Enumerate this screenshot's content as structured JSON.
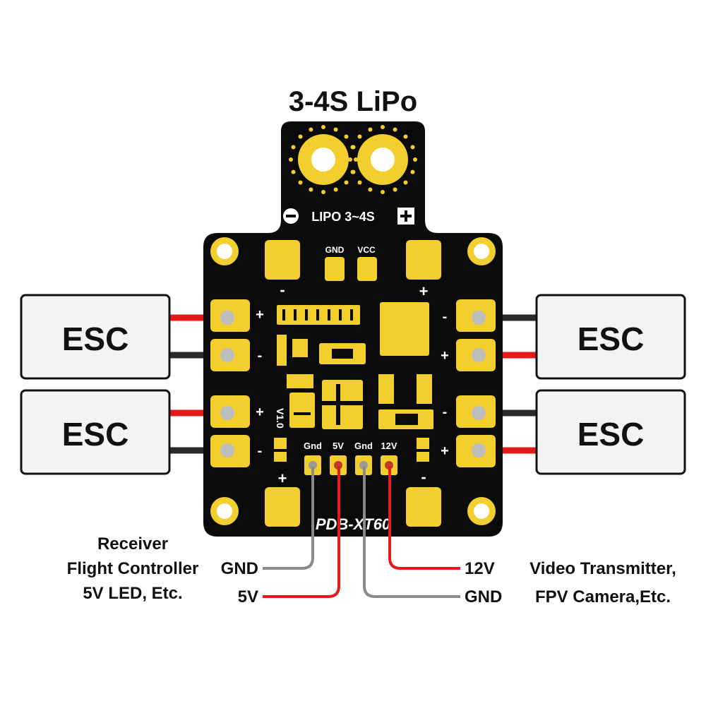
{
  "title": "3-4S LiPo",
  "colors": {
    "pcb": "#0b0b0b",
    "pad": "#f2cf2e",
    "red_wire": "#e21a1a",
    "black_wire": "#2a2a2a",
    "gray_wire": "#8a8a8a",
    "esc_box": "#f3f3f3"
  },
  "board": {
    "battery_label": "LIPO 3~4S",
    "minus_symbol": "−",
    "plus_symbol": "+",
    "gnd_label": "GND",
    "vcc_label": "VCC",
    "version": "V1.0",
    "name": "PDB-XT60",
    "out_labels": [
      "Gnd",
      "5V",
      "Gnd",
      "12V"
    ],
    "pad_minus": "-",
    "pad_plus": "+"
  },
  "escs": {
    "label": "ESC"
  },
  "left_callout": {
    "lines": [
      "Receiver",
      "Flight Controller",
      "5V LED, Etc."
    ],
    "gnd": "GND",
    "v5": "5V"
  },
  "right_callout": {
    "lines": [
      "Video Transmitter,",
      "FPV Camera,Etc."
    ],
    "v12": "12V",
    "gnd": "GND"
  }
}
